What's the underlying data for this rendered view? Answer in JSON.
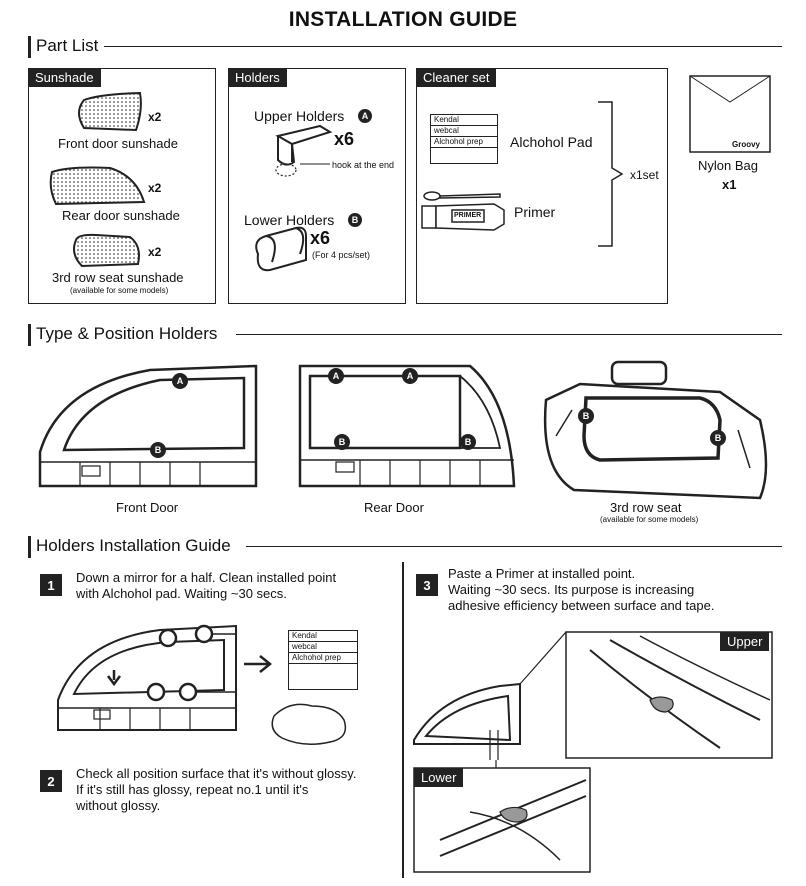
{
  "title": "INSTALLATION GUIDE",
  "sections": {
    "part_list": "Part List",
    "type_position": "Type & Position Holders",
    "install_guide": "Holders Installation Guide"
  },
  "sunshade": {
    "tag": "Sunshade",
    "front": {
      "label": "Front door sunshade",
      "qty": "x2"
    },
    "rear": {
      "label": "Rear door sunshade",
      "qty": "x2"
    },
    "third": {
      "label": "3rd row seat sunshade",
      "qty": "x2",
      "note": "(available for some models)"
    }
  },
  "holders": {
    "tag": "Holders",
    "upper": {
      "label": "Upper Holders",
      "badge": "A",
      "qty": "x6",
      "note": "hook at the end"
    },
    "lower": {
      "label": "Lower Holders",
      "badge": "B",
      "qty": "x6",
      "note": "(For 4 pcs/set)"
    }
  },
  "cleaner": {
    "tag": "Cleaner set",
    "pad_card": [
      "Kendal",
      "webcal",
      "Alchohol prep"
    ],
    "pad_label": "Alchohol Pad",
    "primer_tube": "PRIMER",
    "primer_label": "Primer",
    "qty": "x1set"
  },
  "nylon": {
    "brand": "Groovy",
    "label": "Nylon Bag",
    "qty": "x1"
  },
  "positions": {
    "front": "Front Door",
    "rear": "Rear Door",
    "third": "3rd row seat",
    "third_note": "(available for some models)",
    "badge_a": "A",
    "badge_b": "B"
  },
  "steps": [
    {
      "num": "1",
      "text1": "Down a mirror for a half. Clean installed point",
      "text2": "with Alchohol pad. Waiting ~30 secs."
    },
    {
      "num": "2",
      "text1": "Check all position surface that it's without glossy.",
      "text2": "If it's still has glossy, repeat no.1 until it's",
      "text3": "without glossy."
    },
    {
      "num": "3",
      "text1": "Paste a Primer at installed point.",
      "text2": "Waiting ~30 secs. Its purpose is increasing",
      "text3": "adhesive efficiency between surface and tape."
    }
  ],
  "step1_card": [
    "Kendal",
    "webcal",
    "Alchohol prep"
  ],
  "detail": {
    "upper": "Upper",
    "lower": "Lower"
  }
}
